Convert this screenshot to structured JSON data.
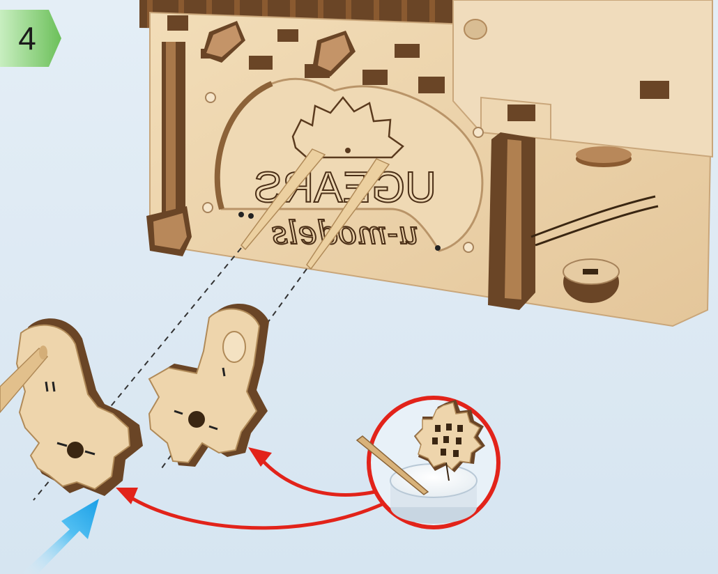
{
  "step": {
    "number": "4"
  },
  "logo": {
    "brand": "UGEARS",
    "tagline": "u-models"
  },
  "colors": {
    "badge_green": "#6cc05a",
    "wood_light": "#ecd3ab",
    "wood_dark": "#6a4526",
    "arrow_red": "#e2231a",
    "arrow_blue": "#1aa3e8",
    "background": "#e0ebf5"
  }
}
